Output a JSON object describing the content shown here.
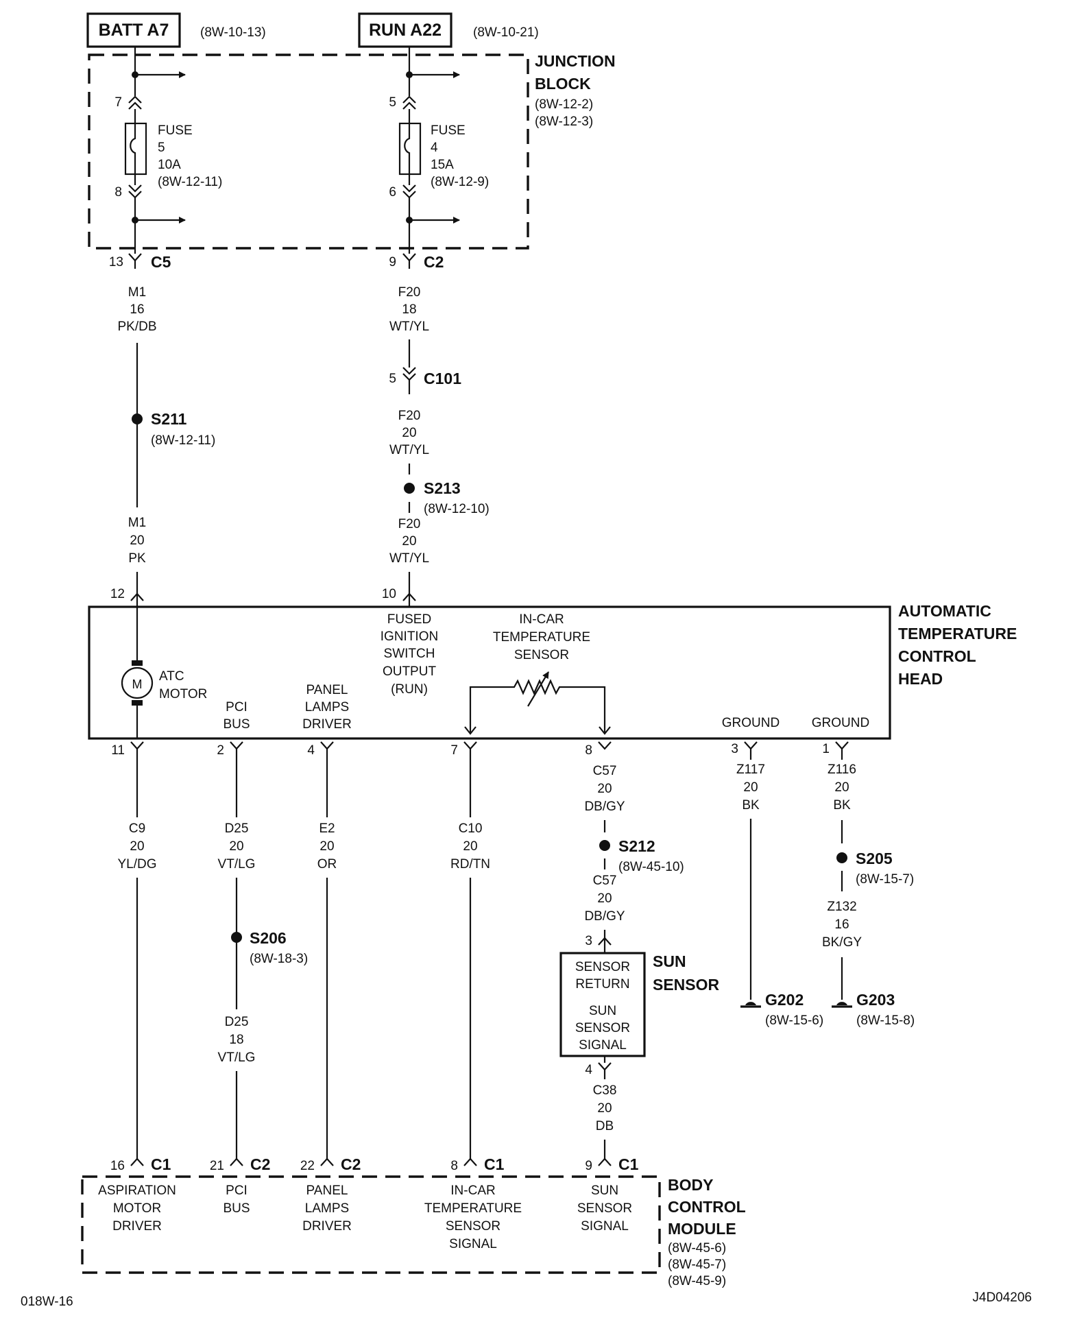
{
  "sources": [
    {
      "name": "BATT A7",
      "ref": "(8W-10-13)"
    },
    {
      "name": "RUN A22",
      "ref": "(8W-10-21)"
    }
  ],
  "junction_block": {
    "title": [
      "JUNCTION",
      "BLOCK"
    ],
    "refs": [
      "(8W-12-2)",
      "(8W-12-3)"
    ]
  },
  "fuses": [
    {
      "in_pin": "7",
      "out_pin": "8",
      "label": "FUSE",
      "number": "5",
      "rating": "10A",
      "ref": "(8W-12-11)"
    },
    {
      "in_pin": "5",
      "out_pin": "6",
      "label": "FUSE",
      "number": "4",
      "rating": "15A",
      "ref": "(8W-12-9)"
    }
  ],
  "connectors_jb": [
    {
      "pin": "13",
      "name": "C5"
    },
    {
      "pin": "9",
      "name": "C2"
    }
  ],
  "wires": {
    "m1_16": [
      "M1",
      "16",
      "PK/DB"
    ],
    "m1_20": [
      "M1",
      "20",
      "PK"
    ],
    "f20_18": [
      "F20",
      "18",
      "WT/YL"
    ],
    "f20_20a": [
      "F20",
      "20",
      "WT/YL"
    ],
    "f20_20b": [
      "F20",
      "20",
      "WT/YL"
    ],
    "c9": [
      "C9",
      "20",
      "YL/DG"
    ],
    "d25_20": [
      "D25",
      "20",
      "VT/LG"
    ],
    "d25_18": [
      "D25",
      "18",
      "VT/LG"
    ],
    "e2": [
      "E2",
      "20",
      "OR"
    ],
    "c10": [
      "C10",
      "20",
      "RD/TN"
    ],
    "c57a": [
      "C57",
      "20",
      "DB/GY"
    ],
    "c57b": [
      "C57",
      "20",
      "DB/GY"
    ],
    "c38": [
      "C38",
      "20",
      "DB"
    ],
    "z117": [
      "Z117",
      "20",
      "BK"
    ],
    "z116": [
      "Z116",
      "20",
      "BK"
    ],
    "z132": [
      "Z132",
      "16",
      "BK/GY"
    ]
  },
  "inline_connector": {
    "pin": "5",
    "name": "C101"
  },
  "splices": [
    {
      "name": "S211",
      "ref": "(8W-12-11)"
    },
    {
      "name": "S213",
      "ref": "(8W-12-10)"
    },
    {
      "name": "S212",
      "ref": "(8W-45-10)"
    },
    {
      "name": "S205",
      "ref": "(8W-15-7)"
    },
    {
      "name": "S206",
      "ref": "(8W-18-3)"
    }
  ],
  "grounds": [
    {
      "name": "G202",
      "ref": "(8W-15-6)"
    },
    {
      "name": "G203",
      "ref": "(8W-15-8)"
    }
  ],
  "atc_head": {
    "title": [
      "AUTOMATIC",
      "TEMPERATURE",
      "CONTROL",
      "HEAD"
    ],
    "top_pins": [
      "12",
      "10"
    ],
    "bottom_pins": [
      "11",
      "2",
      "4",
      "7",
      "8",
      "3",
      "1"
    ],
    "motor_symbol": "M",
    "motor_label": [
      "ATC",
      "MOTOR"
    ],
    "fused_label": [
      "FUSED",
      "IGNITION",
      "SWITCH",
      "OUTPUT",
      "(RUN)"
    ],
    "incar_label": [
      "IN-CAR",
      "TEMPERATURE",
      "SENSOR"
    ],
    "pci_label": [
      "PCI",
      "BUS"
    ],
    "panel_label": [
      "PANEL",
      "LAMPS",
      "DRIVER"
    ],
    "ground_label": "GROUND"
  },
  "sun_sensor": {
    "title": [
      "SUN",
      "SENSOR"
    ],
    "pins": [
      "3",
      "4"
    ],
    "return_label": [
      "SENSOR",
      "RETURN"
    ],
    "signal_label": [
      "SUN",
      "SENSOR",
      "SIGNAL"
    ]
  },
  "bcm": {
    "title": [
      "BODY",
      "CONTROL",
      "MODULE"
    ],
    "refs": [
      "(8W-45-6)",
      "(8W-45-7)",
      "(8W-45-9)"
    ],
    "pins": [
      {
        "pin": "16",
        "conn": "C1",
        "label": [
          "ASPIRATION",
          "MOTOR",
          "DRIVER"
        ]
      },
      {
        "pin": "21",
        "conn": "C2",
        "label": [
          "PCI",
          "BUS"
        ]
      },
      {
        "pin": "22",
        "conn": "C2",
        "label": [
          "PANEL",
          "LAMPS",
          "DRIVER"
        ]
      },
      {
        "pin": "8",
        "conn": "C1",
        "label": [
          "IN-CAR",
          "TEMPERATURE",
          "SENSOR",
          "SIGNAL"
        ]
      },
      {
        "pin": "9",
        "conn": "C1",
        "label": [
          "SUN",
          "SENSOR",
          "SIGNAL"
        ]
      }
    ]
  },
  "footer": {
    "left": "018W-16",
    "right": "J4D04206"
  }
}
